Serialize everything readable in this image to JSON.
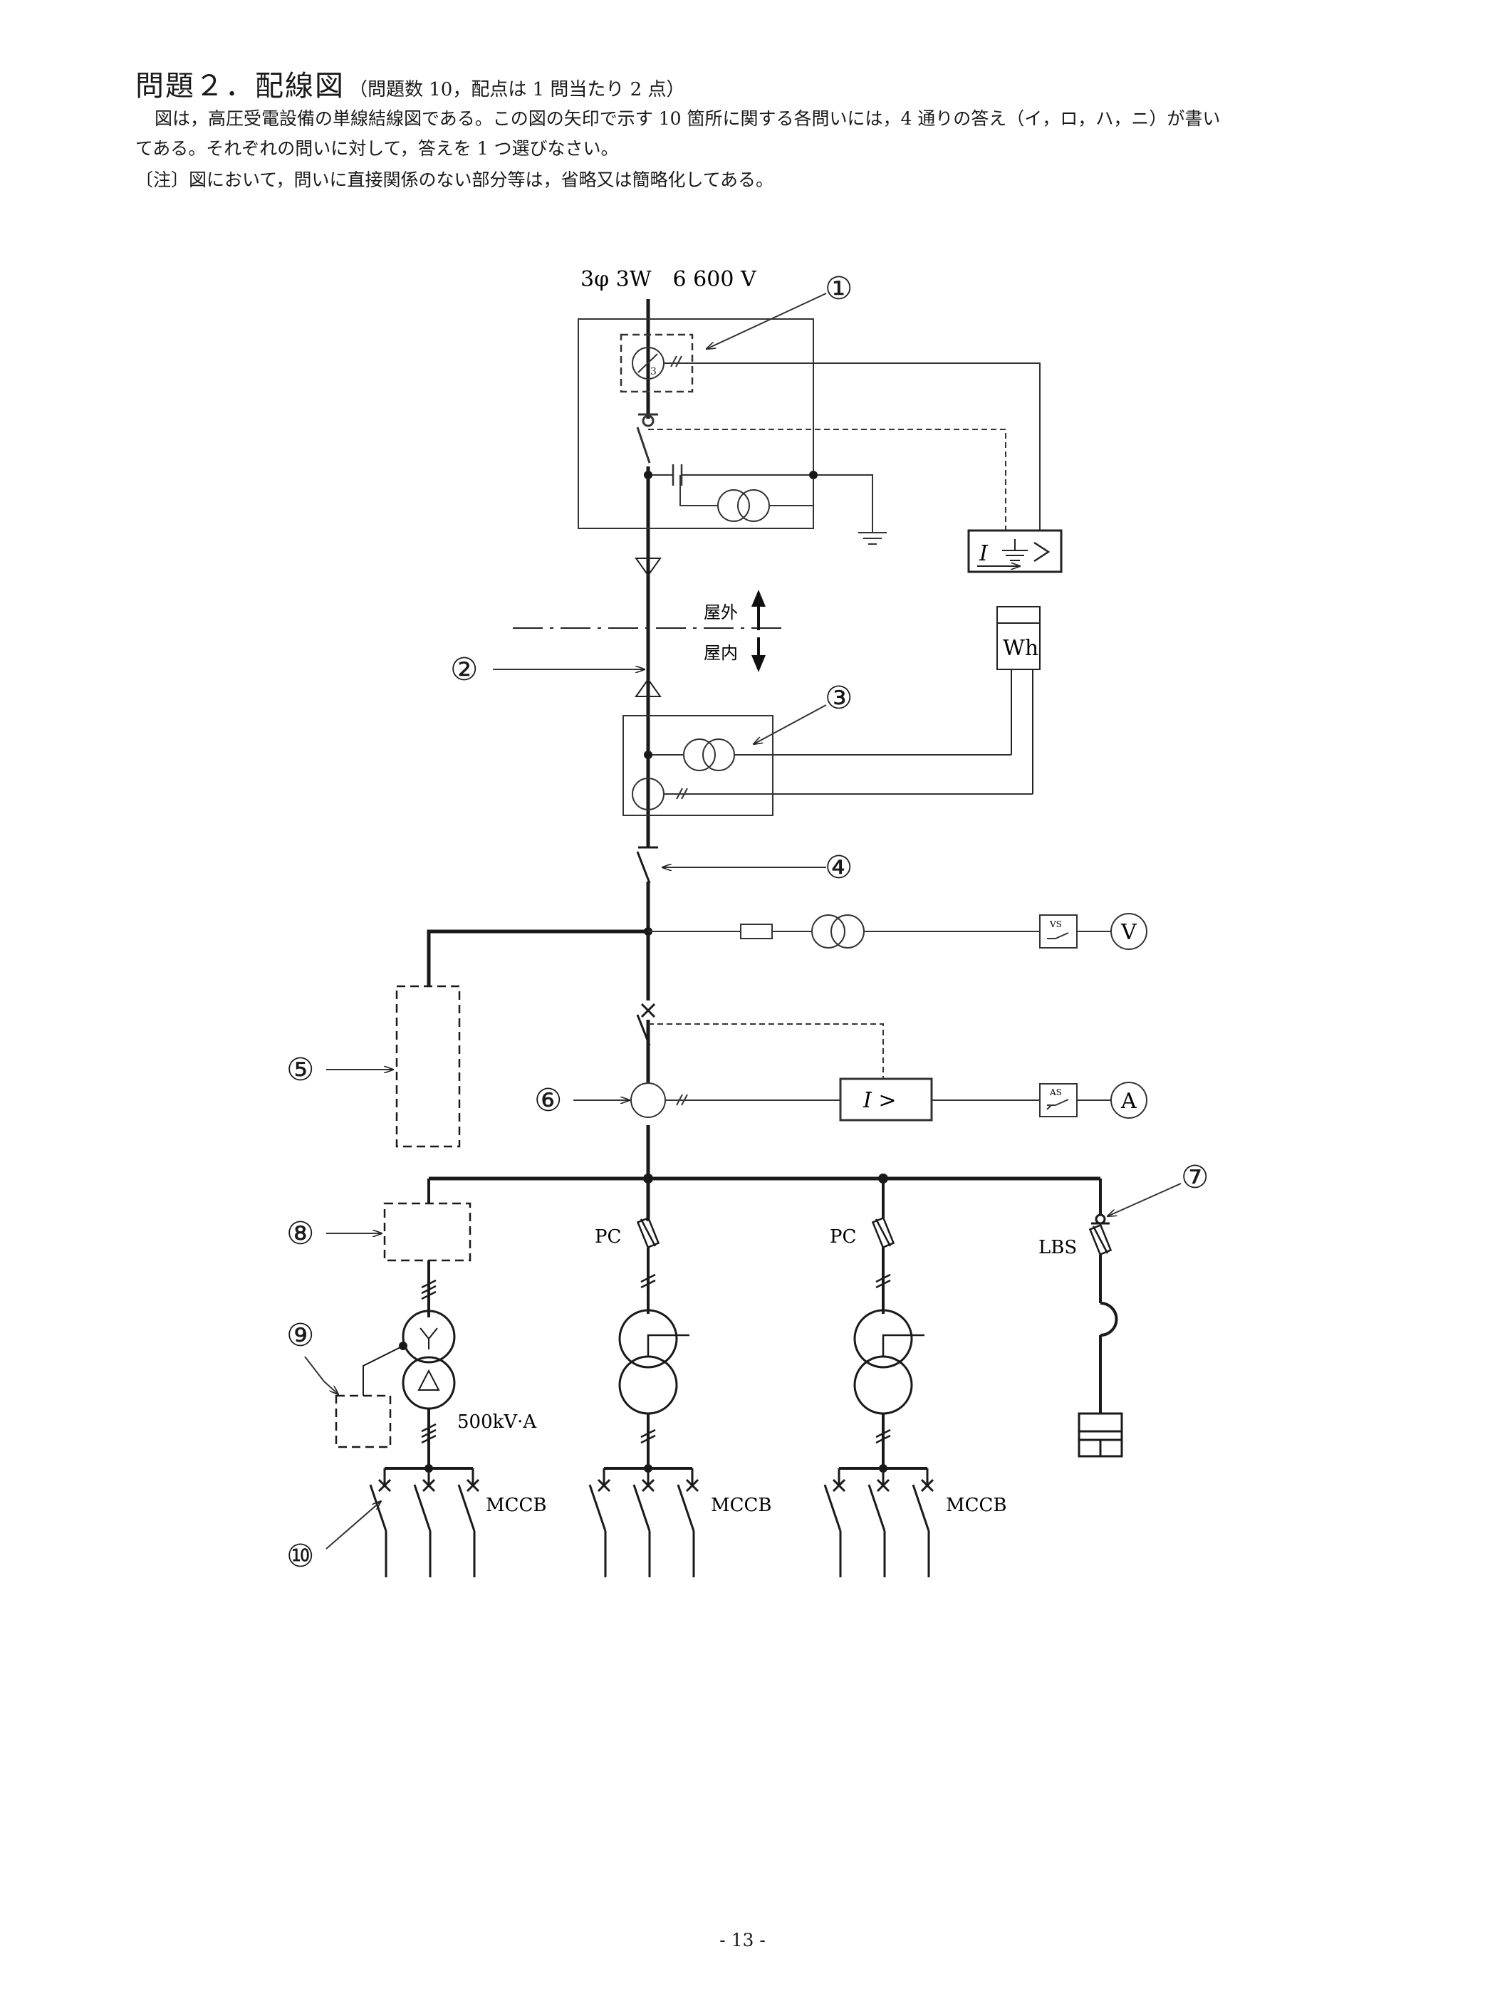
{
  "header": {
    "title": "問題２．配線図",
    "subtitle": "（問題数 10，配点は 1 問当たり 2 点）",
    "line1": "図は，高圧受電設備の単線結線図である。この図の矢印で示す 10 箇所に関する各問いには，4 通りの答え（イ，ロ，ハ，ニ）が書い",
    "line2": "てある。それぞれの問いに対して，答えを 1 つ選びなさい。",
    "note": "〔注〕図において，問いに直接関係のない部分等は，省略又は簡略化してある。"
  },
  "diagram": {
    "supply": "3φ 3W　6 600 V",
    "outdoor": "屋外",
    "indoor": "屋内",
    "meter_wh": "Wh",
    "meter_v": "V",
    "meter_a": "A",
    "vs": "VS",
    "as": "AS",
    "relay_ocr": "I  >",
    "relay_gr": "I",
    "pc": "PC",
    "lbs": "LBS",
    "mccb": "MCCB",
    "tr_rating": "500kV·A",
    "markers": [
      "①",
      "②",
      "③",
      "④",
      "⑤",
      "⑥",
      "⑦",
      "⑧",
      "⑨",
      "⑩"
    ]
  },
  "footer": {
    "page": "- 13 -"
  }
}
